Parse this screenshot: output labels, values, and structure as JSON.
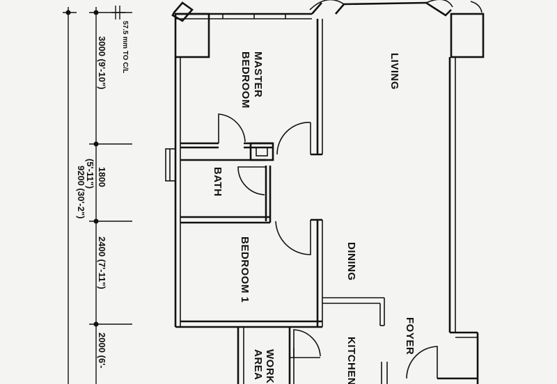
{
  "rooms": {
    "master_bedroom": [
      "MASTER",
      "BEDROOM"
    ],
    "living": "LIVING",
    "bath": "BATH",
    "bedroom1": "BEDROOM  1",
    "dining": "DINING",
    "foyer": "FOYER",
    "work_area": [
      "WORK",
      "AREA"
    ],
    "kitchen": "KITCHEN"
  },
  "dimensions": {
    "note": "57.5 mm TO C/L",
    "master": "3000 (9'-10\")",
    "bath": "1800",
    "bath_imperial": "(5'-11\")",
    "total": "9200 (30'-2\")",
    "bedroom1": "2400 (7'-11\")",
    "kitchen": "2000 (6'-"
  }
}
